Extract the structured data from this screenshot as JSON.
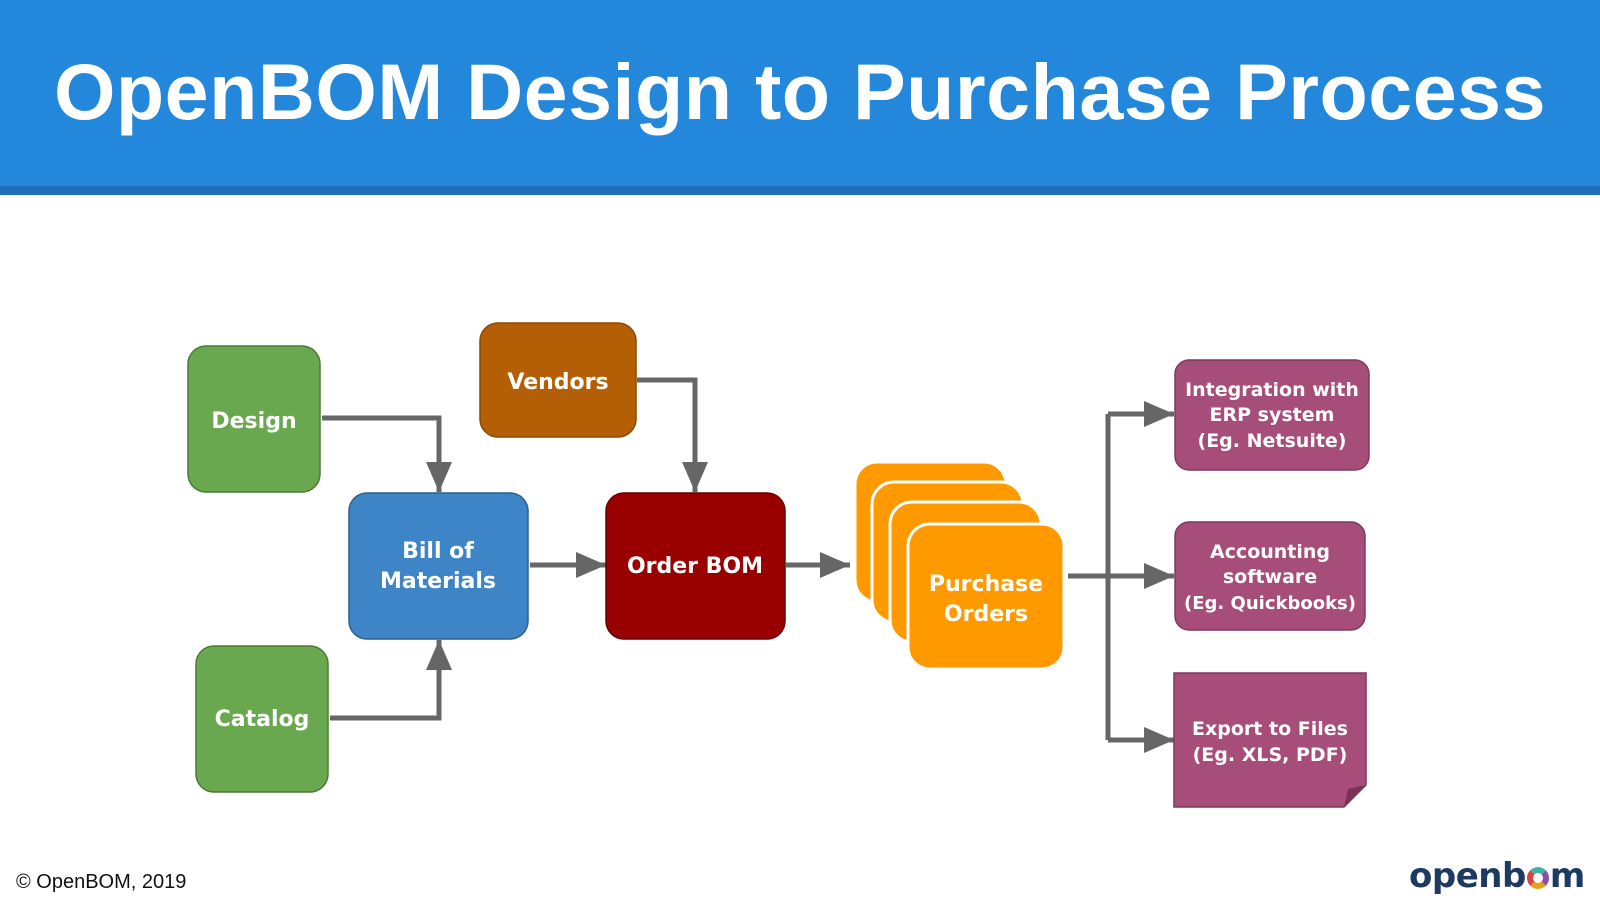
{
  "title": "OpenBOM Design to Purchase Process",
  "nodes": {
    "design": "Design",
    "catalog": "Catalog",
    "bom": [
      "Bill of",
      "Materials"
    ],
    "vendors": "Vendors",
    "order_bom": "Order BOM",
    "purchase_orders": [
      "Purchase",
      "Orders"
    ],
    "erp": [
      "Integration with",
      "ERP system",
      "(Eg. Netsuite)"
    ],
    "accounting": [
      "Accounting",
      "software",
      "(Eg. Quickbooks)"
    ],
    "export": [
      "Export to Files",
      "(Eg. XLS, PDF)"
    ]
  },
  "colors": {
    "header": "#2387db",
    "green": "#6aa84f",
    "blue": "#3d85c6",
    "brown": "#b45f06",
    "dark_red": "#990000",
    "orange": "#ff9900",
    "purple": "#a64d79",
    "arrow": "#666666"
  },
  "footer": {
    "copyright": "© OpenBOM, 2019",
    "logo_text_a": "openb",
    "logo_text_b": "m",
    "logo_icon": "rainbow-ring-icon"
  }
}
